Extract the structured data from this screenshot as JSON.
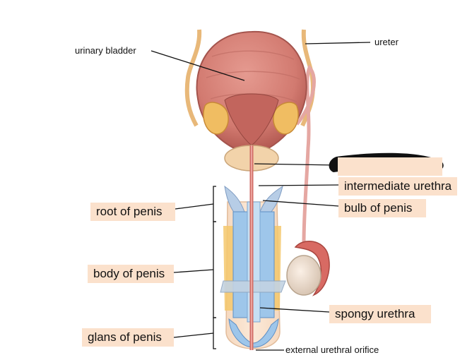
{
  "labels": {
    "urinary_bladder": "urinary bladder",
    "ureter": "ureter",
    "redacted": "",
    "intermediate_urethra": "intermediate urethra",
    "bulb_of_penis": "bulb of penis",
    "root_of_penis": "root of penis",
    "body_of_penis": "body of penis",
    "glans_of_penis": "glans of penis",
    "spongy_urethra": "spongy urethra",
    "external_urethral_orifice": "external urethral orifice"
  },
  "colors": {
    "label_box": "#fbe1cc",
    "muscle": "#d98077",
    "erectile_tissue": "#9fc7ea",
    "fat": "#f1c064",
    "leader_line": "#111111",
    "redaction": "#111111"
  }
}
